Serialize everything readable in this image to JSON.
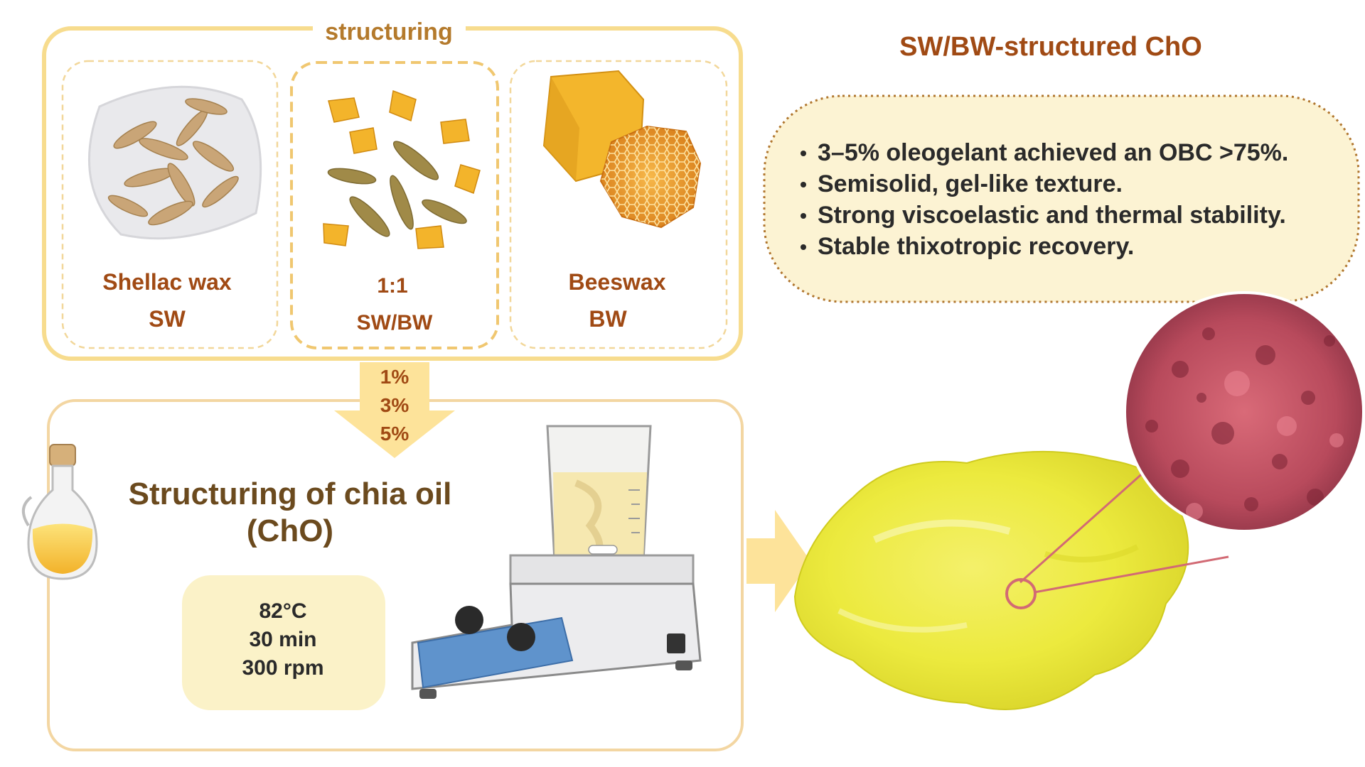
{
  "structuring_group": {
    "title": "structuring",
    "items": [
      {
        "name": "Shellac wax",
        "abbr": "SW"
      },
      {
        "name": "1:1",
        "abbr": "SW/BW"
      },
      {
        "name": "Beeswax",
        "abbr": "BW"
      }
    ]
  },
  "concentrations": [
    "1%",
    "3%",
    "5%"
  ],
  "process": {
    "title_line1": "Structuring of chia oil",
    "title_line2": "(ChO)",
    "conditions": [
      "82°C",
      "30 min",
      "300 rpm"
    ]
  },
  "result": {
    "title": "SW/BW-structured ChO",
    "bullets": [
      "3–5% oleogelant achieved an OBC >75%.",
      "Semisolid, gel-like texture.",
      "Strong viscoelastic and thermal stability.",
      "Stable thixotropic recovery."
    ]
  },
  "colors": {
    "frame": "#f7dc8e",
    "accent_brown": "#a04a14",
    "arrow": "#fde39a",
    "panel_fill": "#fbf2c8"
  }
}
